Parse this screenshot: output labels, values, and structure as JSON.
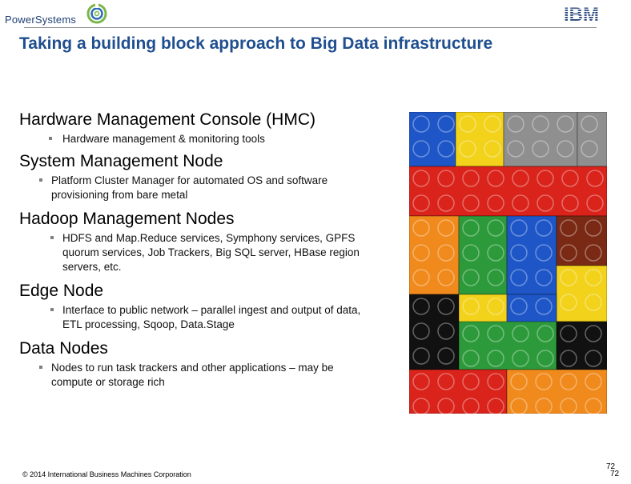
{
  "header": {
    "brand_text": "PowerSystems",
    "ibm_logo_text": "IBM",
    "brand_colors": {
      "power_blue": "#1f3f76",
      "swirl_green": "#7ab648",
      "swirl_blue": "#2e6cb5",
      "ibm_blue": "#1f4f8f"
    }
  },
  "slide": {
    "title": "Taking a building block approach to Big Data infrastructure"
  },
  "sections": [
    {
      "heading": "Hardware Management Console (HMC)",
      "bullets": [
        "Hardware management & monitoring tools"
      ]
    },
    {
      "heading": "System Management Node",
      "bullets": [
        "Platform Cluster Manager for automated OS and software provisioning from bare metal"
      ]
    },
    {
      "heading": "Hadoop Management Nodes",
      "bullets": [
        "HDFS and Map.Reduce services, Symphony services, GPFS quorum services, Job Trackers, Big SQL server, HBase region servers, etc."
      ]
    },
    {
      "heading": "Edge Node",
      "bullets": [
        "Interface to public network – parallel ingest and output of data, ETL processing, Sqoop, Data.Stage"
      ]
    },
    {
      "heading": "Data Nodes",
      "bullets": [
        "Nodes to run task trackers and other applications – may be compute or storage rich"
      ]
    }
  ],
  "image": {
    "icon": "lego-bricks-photo",
    "brick_colors": {
      "blue": "#1e56c8",
      "yellow": "#f2d21a",
      "gray": "#8f8f8f",
      "red": "#d9231b",
      "orange": "#f08a1c",
      "green": "#2c9a3a",
      "brown": "#7a2a14",
      "black": "#111111"
    }
  },
  "footer": {
    "copyright": "© 2014 International Business Machines Corporation",
    "page_a": "72",
    "page_b": "72"
  }
}
